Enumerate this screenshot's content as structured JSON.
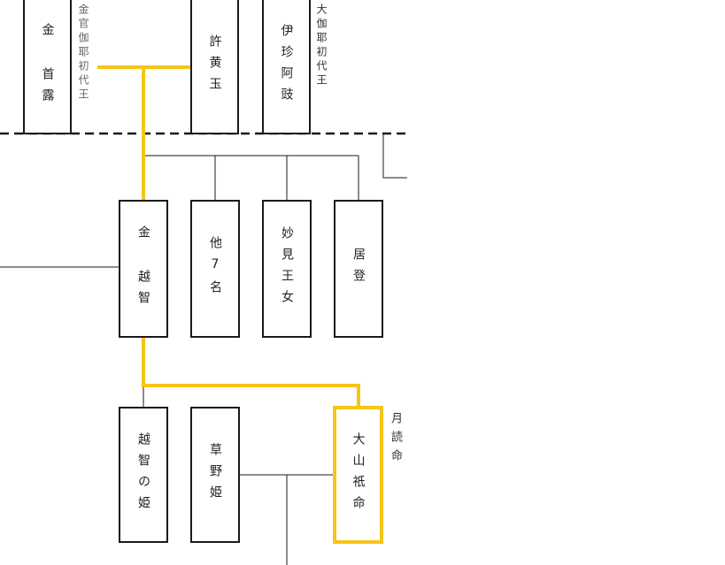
{
  "colors": {
    "line": "#1a1a1a",
    "lineage": "#f5c518"
  },
  "boxes": {
    "kim_suro": "金 首露",
    "heo_hwangok": "許黄玉",
    "ijin_ashi": "伊珍阿豉",
    "kim_ochi": "金 越智",
    "others": "他7名",
    "myoken": "妙見王女",
    "kyoto": "居登",
    "ochi_hime": "越智の姫",
    "kayano_hime": "草野姫",
    "oyamatsumi": "大山祇命"
  },
  "labels": {
    "kinkan_kaya": "金官伽耶初代王",
    "dai_kaya": "大伽耶初代王",
    "tsukuyomi": "月読命"
  }
}
